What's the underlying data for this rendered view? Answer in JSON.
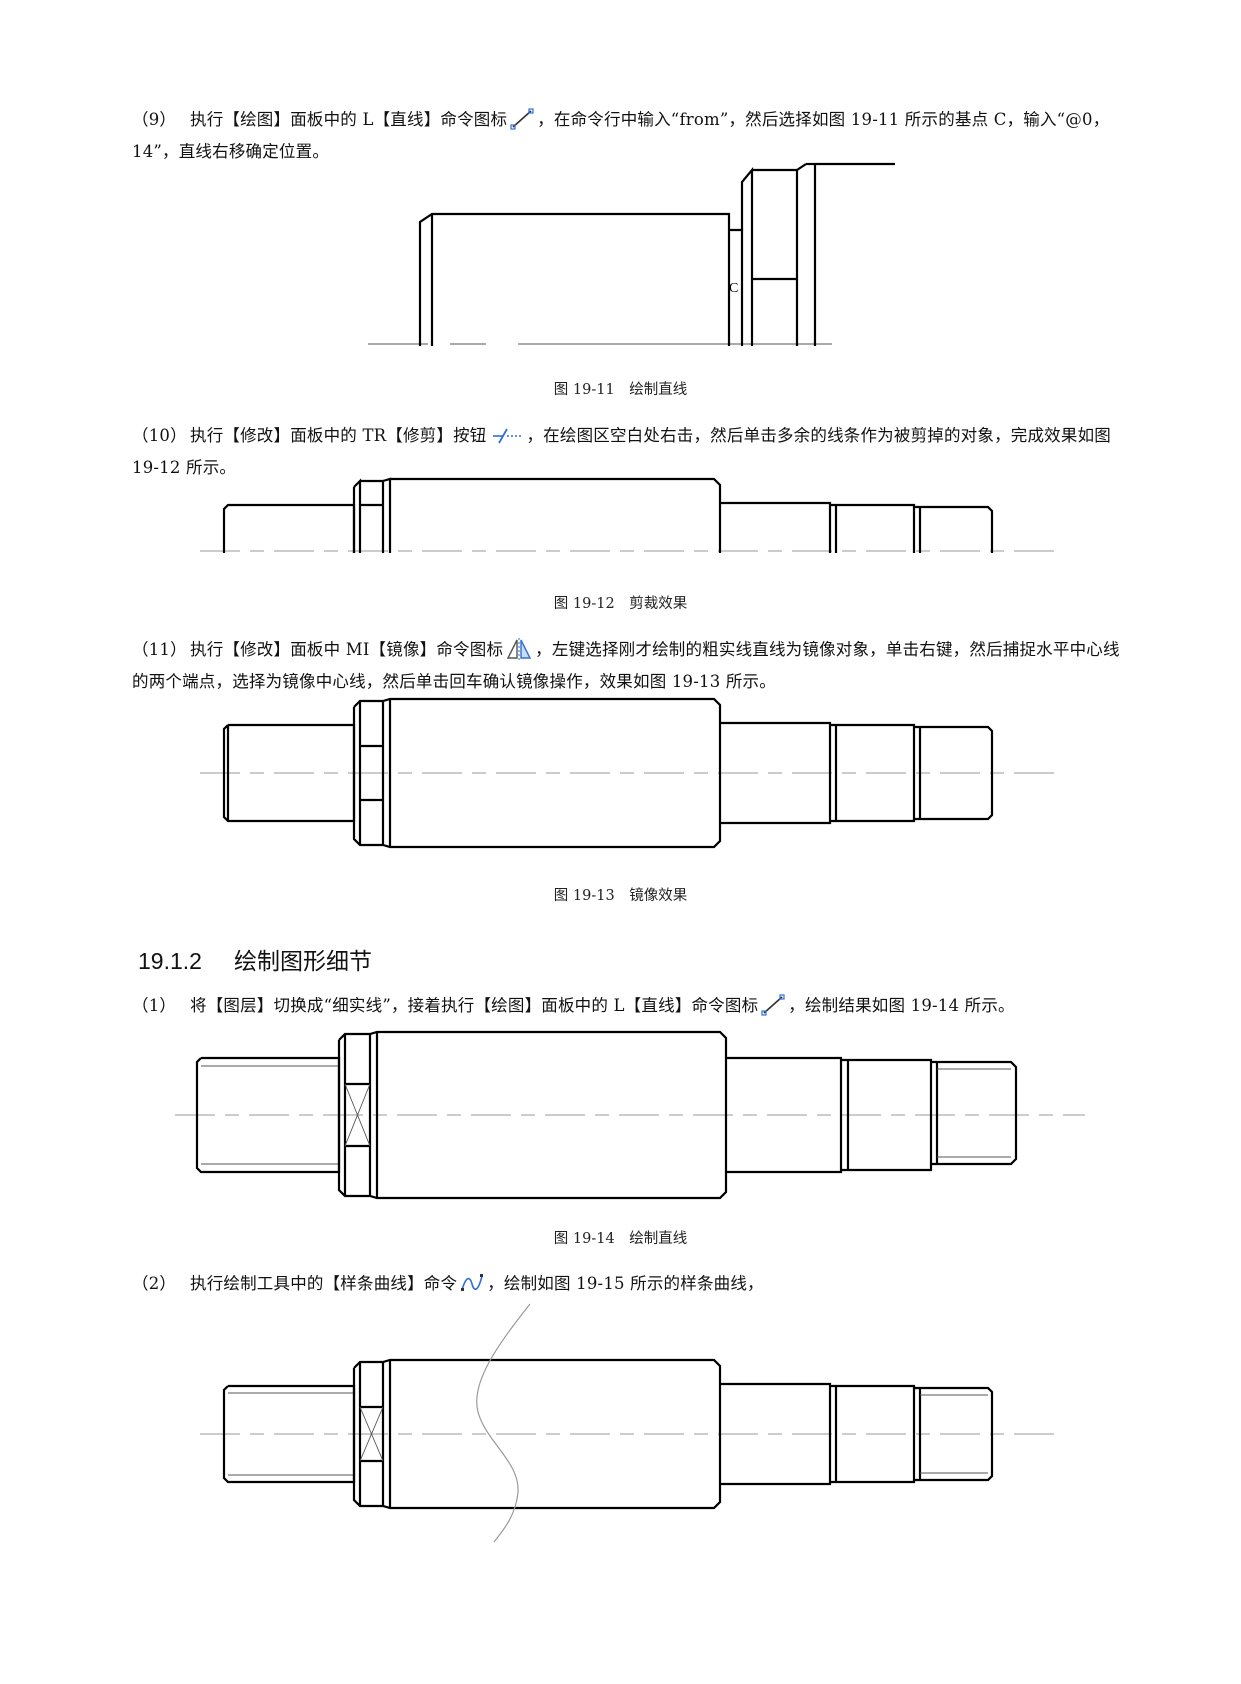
{
  "steps": [
    {
      "num": "（9）",
      "text_a": "执行【绘图】面板中的 L【直线】命令图标",
      "text_b": "，在命令行中输入“from”，然后选择如图 19-11 所示的基点 C，输入“@0，14”，直线右移确定位置。",
      "icon": "line-icon"
    },
    {
      "num": "（10）",
      "text_a": "执行【修改】面板中的 TR【修剪】按钮",
      "text_b": "，在绘图区空白处右击，然后单击多余的线条作为被剪掉的对象，完成效果如图 19-12 所示。",
      "icon": "trim-icon"
    },
    {
      "num": "（11）",
      "text_a": "执行【修改】面板中 MI【镜像】命令图标",
      "text_b": "，左键选择刚才绘制的粗实线直线为镜像对象，单击右键，然后捕捉水平中心线的两个端点，选择为镜像中心线，然后单击回车确认镜像操作，效果如图 19-13 所示。",
      "icon": "mirror-icon"
    },
    {
      "num": "（1）",
      "text_a": "将【图层】切换成“细实线”，接着执行【绘图】面板中的 L【直线】命令图标",
      "text_b": "，绘制结果如图 19-14 所示。",
      "icon": "line-icon"
    },
    {
      "num": "（2）",
      "text_a": "执行绘制工具中的【样条曲线】命令",
      "text_b": "，绘制如图 19-15 所示的样条曲线，",
      "icon": "spline-icon"
    }
  ],
  "figures": [
    {
      "caption": "图 19-11　绘制直线",
      "point_label": "C"
    },
    {
      "caption": "图 19-12　剪裁效果"
    },
    {
      "caption": "图 19-13　镜像效果"
    },
    {
      "caption": "图 19-14　绘制直线"
    }
  ],
  "section": {
    "number": "19.1.2",
    "title": "绘制图形细节"
  },
  "colors": {
    "icon_blue": "#2f6fd6",
    "ink": "#000000",
    "center_line": "#999999"
  }
}
